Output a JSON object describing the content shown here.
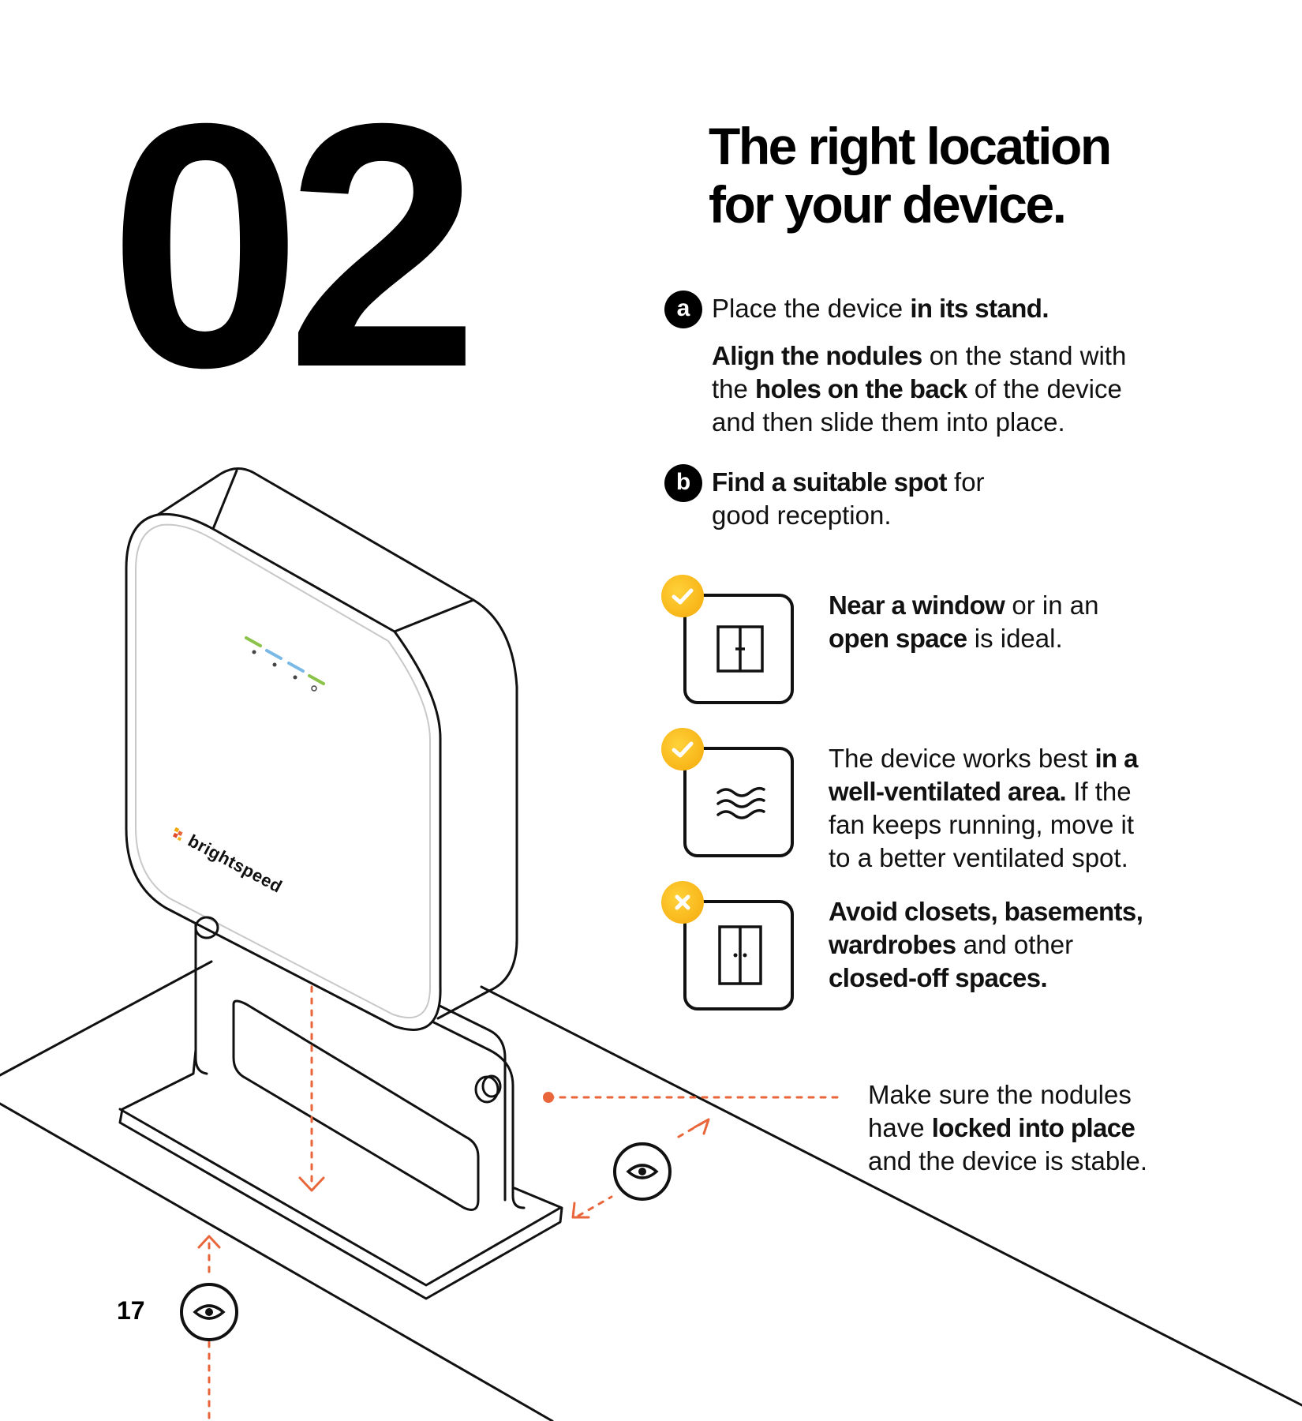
{
  "section_number": "02",
  "title": {
    "line1": "The right location",
    "line2": "for your device."
  },
  "step_a": {
    "badge": "a",
    "intro_plain": "Place the device ",
    "intro_bold": "in its stand.",
    "detail": {
      "bold1": "Align the nodules",
      "plain1": " on the stand with",
      "plain2": "the ",
      "bold2": "holes on the back",
      "plain3": " of the device",
      "plain4": "and then slide them into place."
    }
  },
  "step_b": {
    "badge": "b",
    "bold": "Find a suitable spot",
    "plain1": " for",
    "plain2": "good reception."
  },
  "tips": [
    {
      "status": "do",
      "status_icon": "checkmark-icon",
      "icon": "window-icon",
      "bold1": "Near a window",
      "plain1": " or in an",
      "bold2": "open space",
      "plain2": " is ideal."
    },
    {
      "status": "do",
      "status_icon": "checkmark-icon",
      "icon": "airflow-icon",
      "plain1": "The device works best ",
      "bold1": "in a",
      "bold2": "well-ventilated area.",
      "plain2": " If the",
      "plain3": "fan keeps running, move it",
      "plain4": "to a better ventilated spot."
    },
    {
      "status": "avoid",
      "status_icon": "cross-icon",
      "icon": "closet-icon",
      "bold1": "Avoid closets, basements,",
      "bold2": "wardrobes",
      "plain1": " and other",
      "bold3": "closed-off spaces."
    }
  ],
  "callout": {
    "plain1": "Make sure the nodules",
    "plain2": "have ",
    "bold1": "locked into place",
    "plain3": "and the device is stable."
  },
  "brand": "brightspeed",
  "page_number": "17",
  "colors": {
    "accent_orange": "#e8663a",
    "badge_yellow": "#f5b21a",
    "led_green": "#8bc34a",
    "led_blue": "#7ab8e6",
    "ink": "#111111"
  }
}
